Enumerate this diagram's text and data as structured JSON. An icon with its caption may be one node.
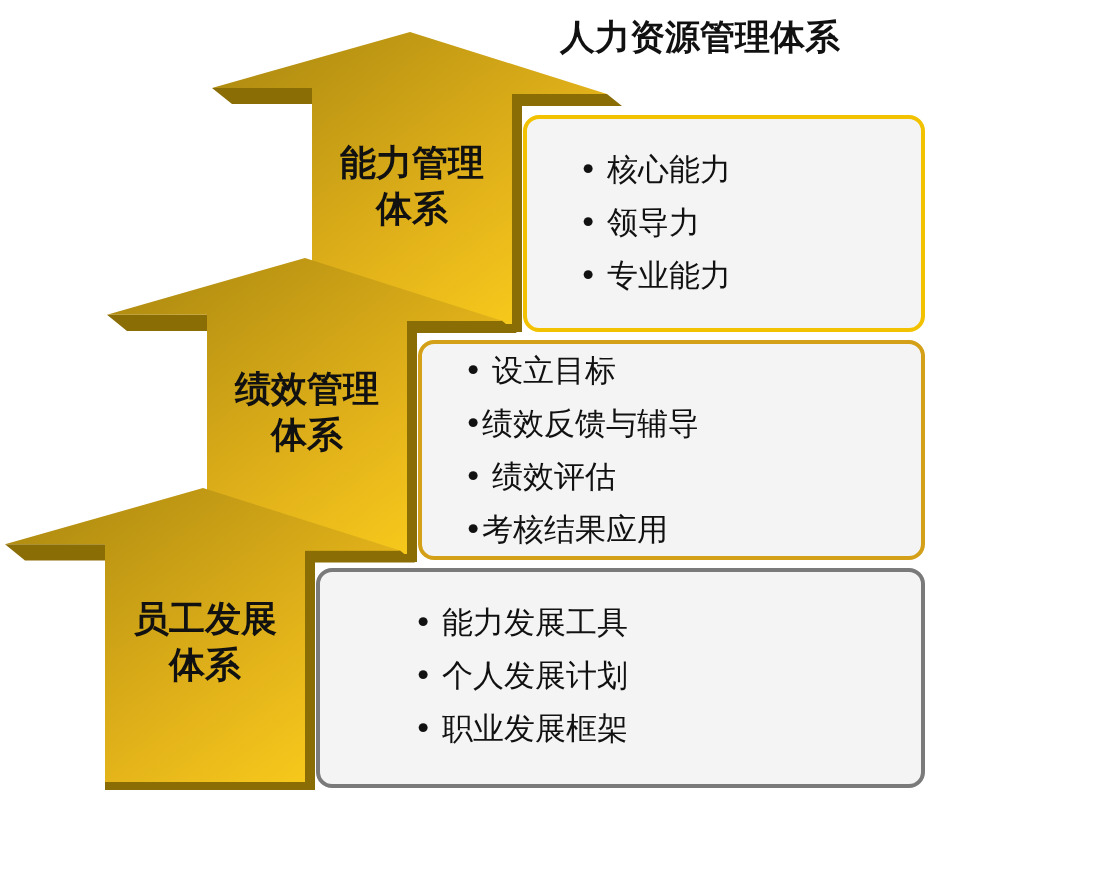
{
  "diagram": {
    "title": "人力资源管理体系",
    "nodes": [
      {
        "text": [
          "能力管理体系"
        ]
      },
      {
        "text": [
          "• 核心能力",
          "• 领导力",
          "• 专业能力"
        ]
      },
      {
        "text": [
          "绩效管理体系"
        ]
      },
      {
        "text": [
          "• 设立目标",
          "•绩效反馈与辅导",
          "• 绩效评估",
          "•考核结果应用"
        ]
      },
      {
        "text": [
          "员工发展体系"
        ]
      },
      {
        "text": [
          "• 能力发展工具",
          "• 个人发展计划",
          "• 职业发展框架"
        ]
      }
    ],
    "edges": []
  }
}
